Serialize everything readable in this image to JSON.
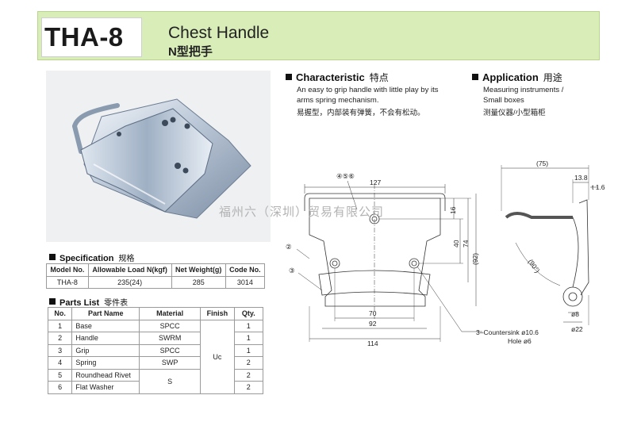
{
  "header": {
    "model": "THA-8",
    "title_en": "Chest Handle",
    "title_cn": "N型把手"
  },
  "characteristic": {
    "title": "Characteristic",
    "title_cn": "特点",
    "line1": "An easy to grip handle with little play by its",
    "line2": "arms spring mechanism.",
    "line_cn": "易握型，内部装有弹簧，不会有松动。"
  },
  "application": {
    "title": "Application",
    "title_cn": "用途",
    "line1": "Measuring instruments /",
    "line2": "Small boxes",
    "line_cn": "测量仪器/小型箱柜"
  },
  "specification": {
    "title": "Specification",
    "title_cn": "规格",
    "headers": [
      "Model No.",
      "Allowable Load N(kgf)",
      "Net Weight(g)",
      "Code No."
    ],
    "row": [
      "THA-8",
      "235(24)",
      "285",
      "3014"
    ]
  },
  "parts": {
    "title": "Parts List",
    "title_cn": "零件表",
    "headers": [
      "No.",
      "Part Name",
      "Material",
      "Finish",
      "Qty."
    ],
    "finish": "Uc",
    "rows": [
      {
        "no": "1",
        "name": "Base",
        "material": "SPCC",
        "qty": "1"
      },
      {
        "no": "2",
        "name": "Handle",
        "material": "SWRM",
        "qty": "1"
      },
      {
        "no": "3",
        "name": "Grip",
        "material": "SPCC",
        "qty": "1"
      },
      {
        "no": "4",
        "name": "Spring",
        "material": "SWP",
        "qty": "2"
      },
      {
        "no": "5",
        "name": "Roundhead Rivet",
        "material": "S",
        "qty": "2"
      },
      {
        "no": "6",
        "name": "Flat Washer",
        "material": "",
        "qty": "2"
      }
    ]
  },
  "drawing": {
    "callout_456": "④⑤⑥",
    "callout_2": "②",
    "callout_3": "③",
    "dim_127": "127",
    "dim_16": "16",
    "dim_40": "40",
    "dim_74": "74",
    "dim_92p": "(92)",
    "dim_70": "70",
    "dim_92": "92",
    "dim_114": "114",
    "note1": "3–Countersink ø10.6",
    "note2": "Hole ø6",
    "dim_75": "(75)",
    "dim_13_8": "13.8",
    "dim_t16": "t 1.6",
    "dim_90": "(90°)",
    "dim_d8": "ø8",
    "dim_d22": "ø22"
  },
  "watermark": "福州六（深圳）贸易有限公司"
}
